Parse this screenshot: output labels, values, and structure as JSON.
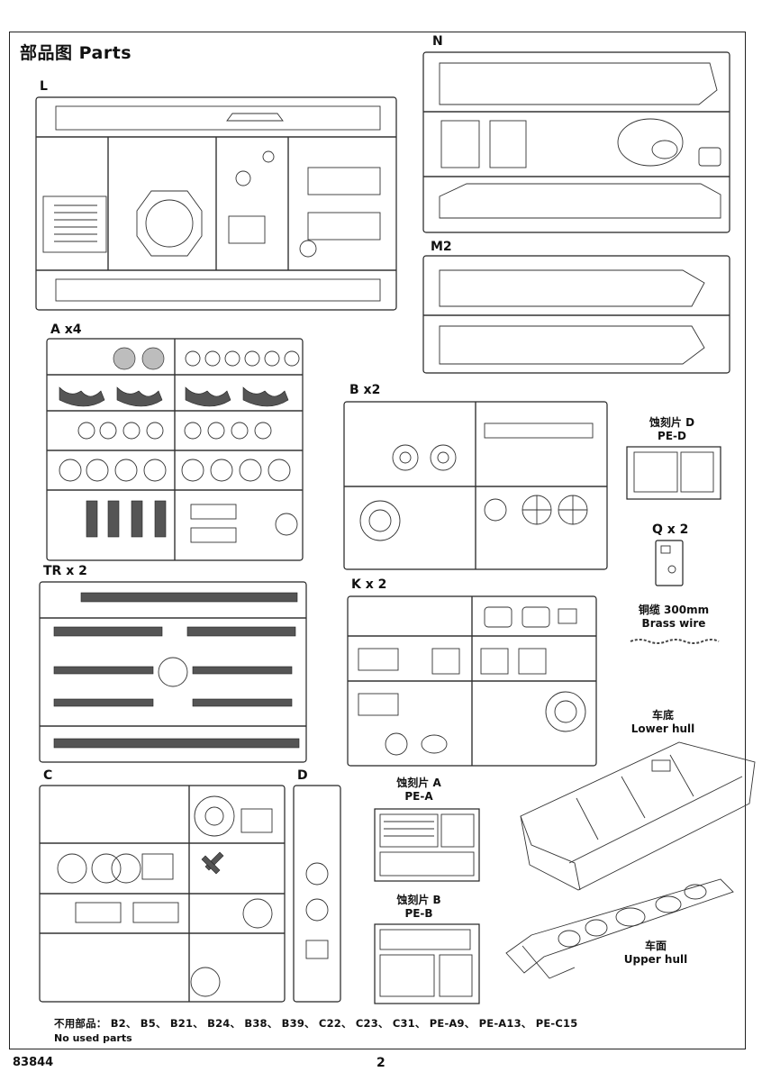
{
  "page": {
    "title": "部品图 Parts",
    "code": "83844",
    "page_number": "2"
  },
  "sprues": {
    "L": "L",
    "N": "N",
    "M2": "M2",
    "A": "A x4",
    "B": "B x2",
    "TR": "TR x 2",
    "K": "K x 2",
    "C": "C",
    "D": "D",
    "Q": "Q x 2"
  },
  "photo_etch": {
    "pe_d_cn": "蚀刻片 D",
    "pe_d_en": "PE-D",
    "pe_a_cn": "蚀刻片 A",
    "pe_a_en": "PE-A",
    "pe_b_cn": "蚀刻片 B",
    "pe_b_en": "PE-B"
  },
  "extras": {
    "brass_wire_cn": "铜缆 300mm",
    "brass_wire_en": "Brass wire",
    "lower_hull_cn": "车底",
    "lower_hull_en": "Lower hull",
    "upper_hull_cn": "车面",
    "upper_hull_en": "Upper hull"
  },
  "unused_parts": {
    "text_cn": "不用部品：  B2、 B5、 B21、 B24、 B38、 B39、 C22、 C23、 C31、 PE-A9、 PE-A13、 PE-C15",
    "text_en": "No used parts"
  }
}
